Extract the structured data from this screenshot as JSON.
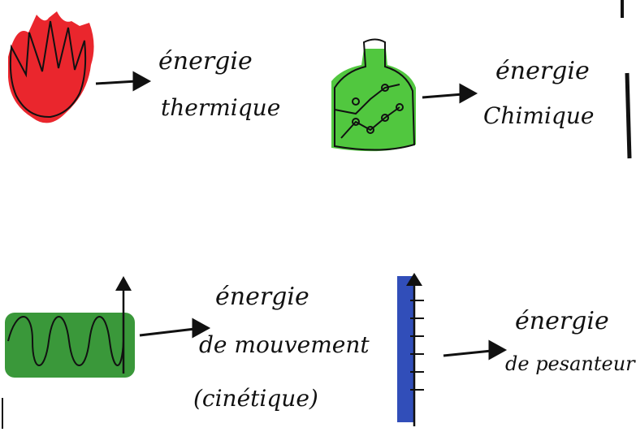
{
  "items": [
    {
      "line1": "énergie",
      "line2": "thermique",
      "line3": ""
    },
    {
      "line1": "énergie",
      "line2": "Chimique",
      "line3": ""
    },
    {
      "line1": "énergie",
      "line2": "de mouvement",
      "line3": "(cinétique)"
    },
    {
      "line1": "énergie",
      "line2": "de pesanteur",
      "line3": ""
    }
  ],
  "colors": {
    "thermal": "#e8141b",
    "chemical": "#3ec12a",
    "kinetic": "#1f8a1f",
    "gravity": "#1f3fb3",
    "ink": "#111111"
  },
  "icons": [
    "flame-icon",
    "flask-icon",
    "spring-icon",
    "column-scale-icon"
  ]
}
